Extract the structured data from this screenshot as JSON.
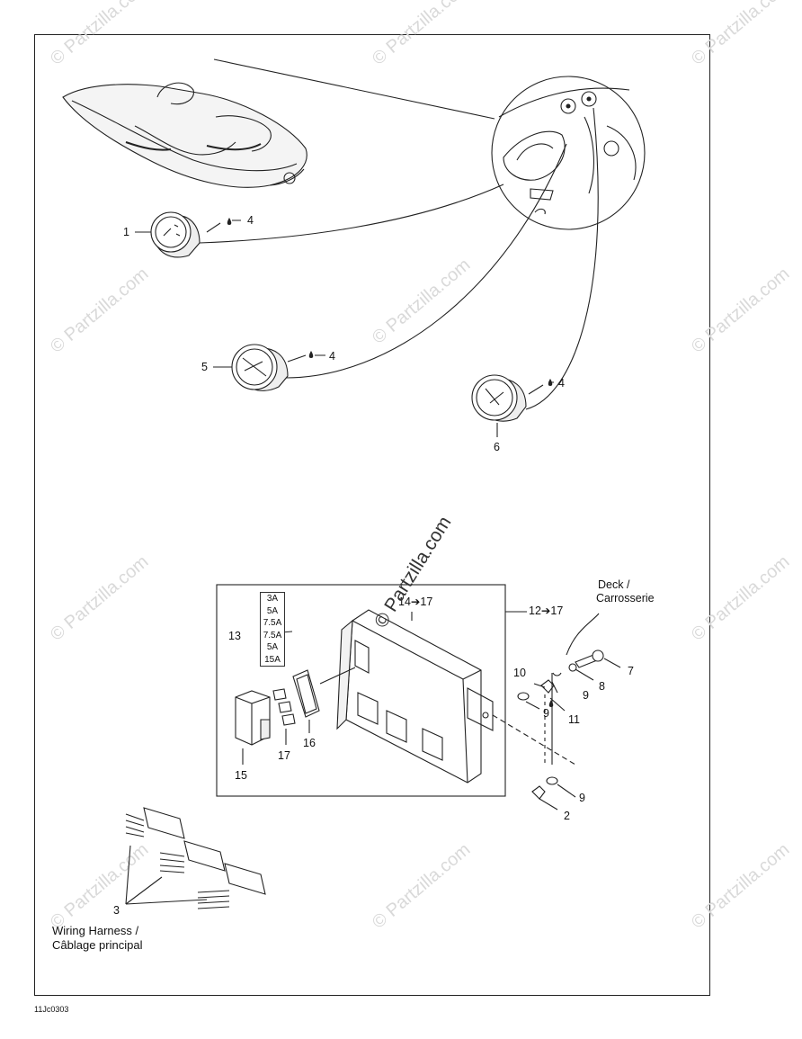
{
  "watermark": "© Partzilla.com",
  "callouts": {
    "c1": "1",
    "c2": "2",
    "c3": "3",
    "c4a": "4",
    "c4b": "4",
    "c4c": "4",
    "c5": "5",
    "c6": "6",
    "c7": "7",
    "c8": "8",
    "c9a": "9",
    "c9b": "9",
    "c9c": "9",
    "c10": "10",
    "c11": "11",
    "c12": "12➔17",
    "c13": "13",
    "c14": "14➔17",
    "c15": "15",
    "c16": "16",
    "c17": "17"
  },
  "deck_label": {
    "line1": "Deck /",
    "line2": "Carrosserie"
  },
  "harness_label": {
    "line1": "Wiring Harness /",
    "line2": "Câblage principal"
  },
  "fuses": [
    "3A",
    "5A",
    "7.5A",
    "7.5A",
    "5A",
    "15A"
  ],
  "diagram_code": "11Jc0303"
}
